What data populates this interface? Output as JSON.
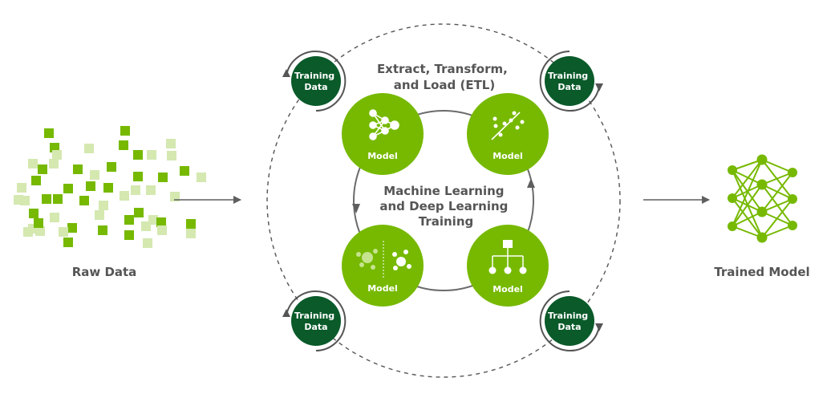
{
  "labels": {
    "raw_data": "Raw Data",
    "trained_model": "Trained Model",
    "etl": [
      "Extract, Transform,",
      "and Load (ETL)"
    ],
    "ml_training": [
      "Machine Learning",
      "and Deep Learning",
      "Training"
    ]
  },
  "models": [
    {
      "label": "Model",
      "icon": "neural-network-icon"
    },
    {
      "label": "Model",
      "icon": "scatter-regression-icon"
    },
    {
      "label": "Model",
      "icon": "clustering-icon"
    },
    {
      "label": "Model",
      "icon": "decision-tree-icon"
    }
  ],
  "training_data": [
    {
      "label": [
        "Training",
        "Data"
      ]
    },
    {
      "label": [
        "Training",
        "Data"
      ]
    },
    {
      "label": [
        "Training",
        "Data"
      ]
    },
    {
      "label": [
        "Training",
        "Data"
      ]
    }
  ],
  "colors": {
    "model_green": "#76b900",
    "dark_green": "#0a5a2a",
    "light_green": "#d4e8b0",
    "gray": "#5f5f5f",
    "text_gray": "#555555"
  }
}
